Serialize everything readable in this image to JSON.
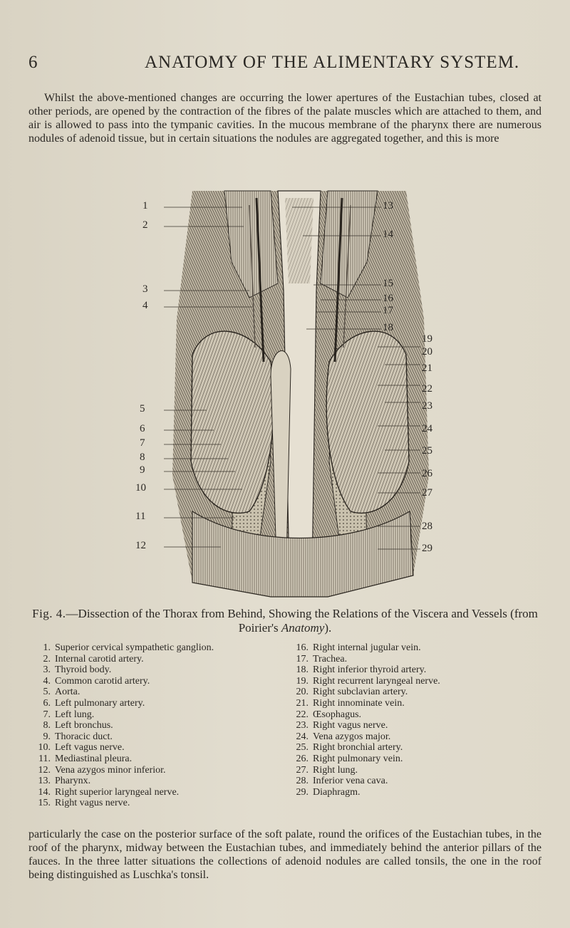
{
  "header": {
    "page_number": "6",
    "running_title": "ANATOMY OF THE ALIMENTARY SYSTEM."
  },
  "paragraph_top": "Whilst the above-mentioned changes are occurring the lower apertures of the Eustachian tubes, closed at other periods, are opened by the contraction of the fibres of the palate muscles which are attached to them, and air is allowed to pass into the tympanic cavities. In the mucous membrane of the pharynx there are numerous nodules of adenoid tissue, but in certain situations the nodules are aggregated together, and this is more",
  "figure": {
    "left_labels": [
      "1",
      "2",
      "3",
      "4",
      "5",
      "6",
      "7",
      "8",
      "9",
      "10",
      "11",
      "12"
    ],
    "right_labels": [
      "13",
      "14",
      "15",
      "16",
      "17",
      "18",
      "19",
      "20",
      "21",
      "22",
      "23",
      "24",
      "25",
      "26",
      "27",
      "28",
      "29"
    ]
  },
  "caption": {
    "fig_label": "Fig. 4.",
    "text": "—Dissection of the Thorax from Behind, Showing the Relations of the Viscera and Vessels (from Poirier's ",
    "source_italic": "Anatomy",
    "end": ")."
  },
  "legend_left": [
    {
      "num": "1.",
      "text": "Superior cervical sympathetic ganglion."
    },
    {
      "num": "2.",
      "text": "Internal carotid artery."
    },
    {
      "num": "3.",
      "text": "Thyroid body."
    },
    {
      "num": "4.",
      "text": "Common carotid artery."
    },
    {
      "num": "5.",
      "text": "Aorta."
    },
    {
      "num": "6.",
      "text": "Left pulmonary artery."
    },
    {
      "num": "7.",
      "text": "Left lung."
    },
    {
      "num": "8.",
      "text": "Left bronchus."
    },
    {
      "num": "9.",
      "text": "Thoracic duct."
    },
    {
      "num": "10.",
      "text": "Left vagus nerve."
    },
    {
      "num": "11.",
      "text": "Mediastinal pleura."
    },
    {
      "num": "12.",
      "text": "Vena azygos minor inferior."
    },
    {
      "num": "13.",
      "text": "Pharynx."
    },
    {
      "num": "14.",
      "text": "Right superior laryngeal nerve."
    },
    {
      "num": "15.",
      "text": "Right vagus nerve."
    }
  ],
  "legend_right": [
    {
      "num": "16.",
      "text": "Right internal jugular vein."
    },
    {
      "num": "17.",
      "text": "Trachea."
    },
    {
      "num": "18.",
      "text": "Right inferior thyroid artery."
    },
    {
      "num": "19.",
      "text": "Right recurrent laryngeal nerve."
    },
    {
      "num": "20.",
      "text": "Right subclavian artery."
    },
    {
      "num": "21.",
      "text": "Right innominate vein."
    },
    {
      "num": "22.",
      "text": "Œsophagus."
    },
    {
      "num": "23.",
      "text": "Right vagus nerve."
    },
    {
      "num": "24.",
      "text": "Vena azygos major."
    },
    {
      "num": "25.",
      "text": "Right bronchial artery."
    },
    {
      "num": "26.",
      "text": "Right pulmonary vein."
    },
    {
      "num": "27.",
      "text": "Right lung."
    },
    {
      "num": "28.",
      "text": "Inferior vena cava."
    },
    {
      "num": "29.",
      "text": "Diaphragm."
    }
  ],
  "paragraph_bottom": "particularly the case on the posterior surface of the soft palate, round the orifices of the Eustachian tubes, in the roof of the pharynx, midway between the Eustachian tubes, and immediately behind the anterior pillars of the fauces. In the three latter situations the collections of adenoid nodules are called tonsils, the one in the roof being distinguished as Luschka's tonsil."
}
